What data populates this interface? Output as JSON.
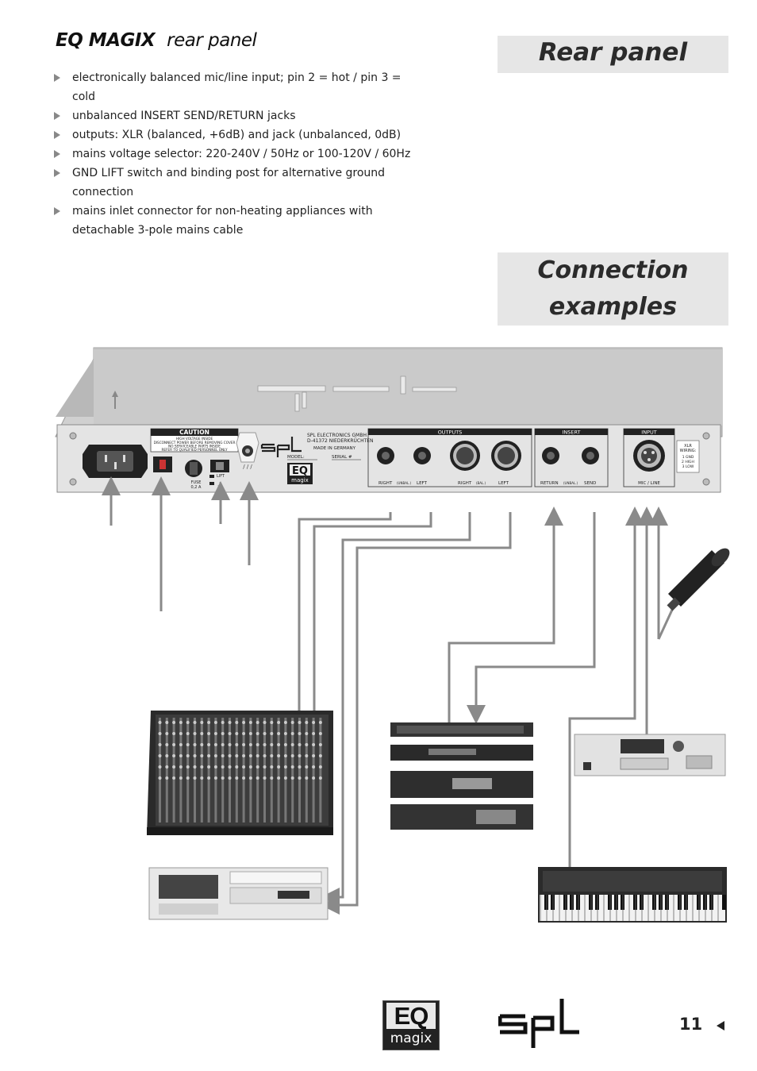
{
  "title": {
    "main": "EQ MAGIX",
    "sub": "rear panel"
  },
  "bullets": [
    "electronically balanced mic/line input; pin 2 = hot / pin 3 = cold",
    "unbalanced INSERT SEND/RETURN jacks",
    "outputs: XLR (balanced, +6dB) and jack (unbalanced, 0dB)",
    "mains voltage selector: 220-240V / 50Hz or 100-120V / 60Hz",
    "GND LIFT switch and binding post for alternative ground connection",
    "mains inlet connector for non-heating appliances with detachable 3-pole mains cable"
  ],
  "headings": {
    "rear_panel": "Rear panel",
    "connection_line1": "Connection",
    "connection_line2": "examples"
  },
  "panel": {
    "caution_title": "CAUTION",
    "caution_line1": "HIGH VOLTAGE INSIDE",
    "caution_line2": "DISCONNECT POWER BEFORE REMOVING COVER",
    "caution_line3": "NO SERVICEABLE PARTS INSIDE",
    "caution_line4": "REFER TO QUALIFIED PERSONNEL ONLY",
    "fuse": "FUSE",
    "fuse_value": "0,2 A",
    "lift": "LIFT",
    "company_line1": "SPL ELECTRONICS GMBH",
    "company_line2": "D-41372 NIEDERKRÜCHTEN",
    "made_in": "MADE IN GERMANY",
    "model": "MODEL:",
    "serial": "SERIAL #",
    "outputs": "OUTPUTS",
    "out_right_unbal": "RIGHT",
    "out_unbal_tag": "(UNBAL.)",
    "out_left_unbal": "LEFT",
    "out_right_bal": "RIGHT",
    "out_bal_tag": "(BAL.)",
    "out_left_bal": "LEFT",
    "insert": "INSERT",
    "return": "RETURN",
    "insert_unbal_tag": "(UNBAL.)",
    "send": "SEND",
    "input": "INPUT",
    "mic_line": "MIC / LINE",
    "xlr_wiring_1": "XLR",
    "xlr_wiring_2": "WIRING:",
    "xlr_pin1": "1 GND",
    "xlr_pin2": "2 HIGH",
    "xlr_pin3": "3 LOW"
  },
  "logos": {
    "eq": "EQ",
    "magix": "magix",
    "spl": "spl"
  },
  "page_number": "11",
  "colors": {
    "heading_bg": "#e6e6e6",
    "cable": "#8a8a8a",
    "panel": "#e4e4e4"
  }
}
